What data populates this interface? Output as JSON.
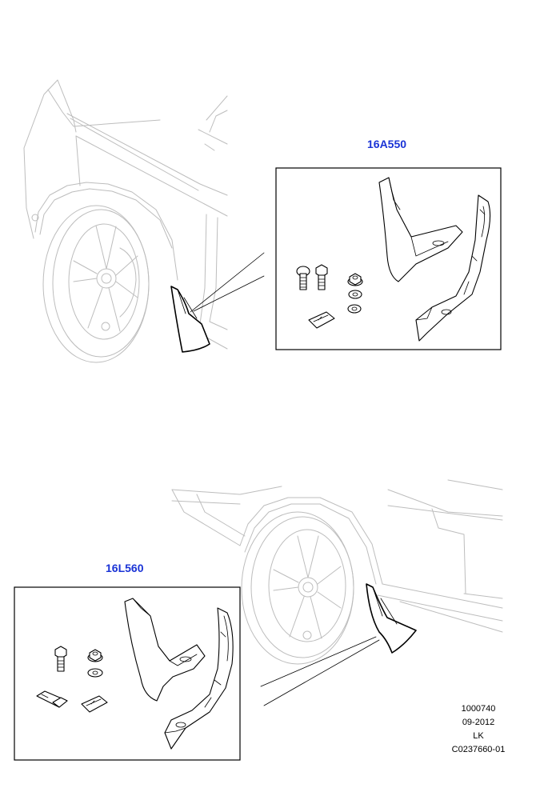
{
  "callouts": {
    "upper_part_number": "16A550",
    "lower_part_number": "16L560"
  },
  "footer": {
    "line1": "1000740",
    "line2": "09-2012",
    "line3": "LK",
    "line4": "C0237660-01"
  },
  "colors": {
    "callout_link": "#1a33d6",
    "ghost_line": "#bdbdbd",
    "part_line": "#000000"
  }
}
